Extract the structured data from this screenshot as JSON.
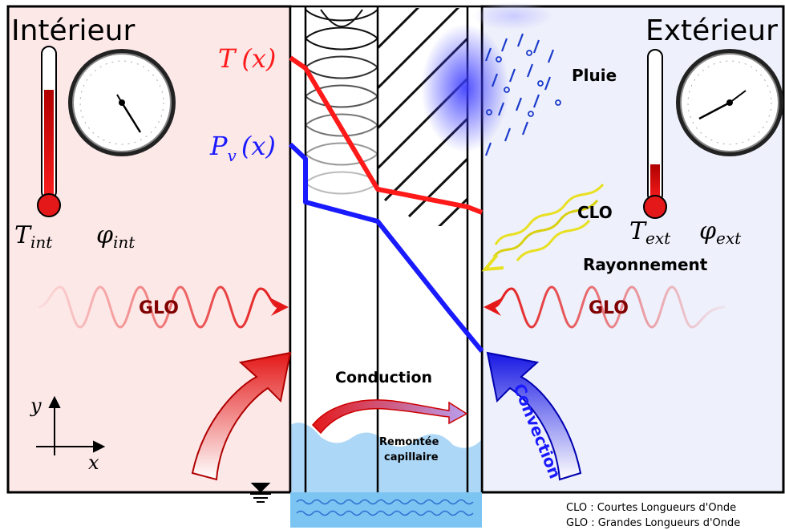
{
  "panels": {
    "interior_title": "Intérieur",
    "exterior_title": "Extérieur"
  },
  "profiles": {
    "temperature": {
      "label_main": "T",
      "label_arg": "(x)",
      "color": "#ff1a1a"
    },
    "vapor_pressure": {
      "label_main": "P",
      "label_sub": "v",
      "label_arg": "(x)",
      "color": "#1a1aff"
    }
  },
  "interior": {
    "temp_symbol": "T",
    "temp_sub": "int",
    "humidity_symbol": "φ",
    "humidity_sub": "int"
  },
  "exterior": {
    "temp_symbol": "T",
    "temp_sub": "ext",
    "humidity_symbol": "φ",
    "humidity_sub": "ext"
  },
  "phenomena": {
    "rain": "Pluie",
    "short_wave": "CLO",
    "radiation": "Rayonnement",
    "glo_interior": "GLO",
    "glo_exterior": "GLO",
    "conduction": "Conduction",
    "capillary_line1": "Remontée",
    "capillary_line2": "capillaire",
    "convection": "Convection"
  },
  "axes": {
    "y": "y",
    "x": "x"
  },
  "legend": {
    "clo": "CLO : Courtes Longueurs d'Onde",
    "glo": "GLO : Grandes Longueurs d'Onde"
  },
  "colors": {
    "interior_bg": "#fde8e8",
    "exterior_bg": "#eef0fb",
    "heat": "#e41818",
    "moisture": "#1818e4",
    "solar": "#e8e020",
    "water": "#8fc8f2"
  }
}
